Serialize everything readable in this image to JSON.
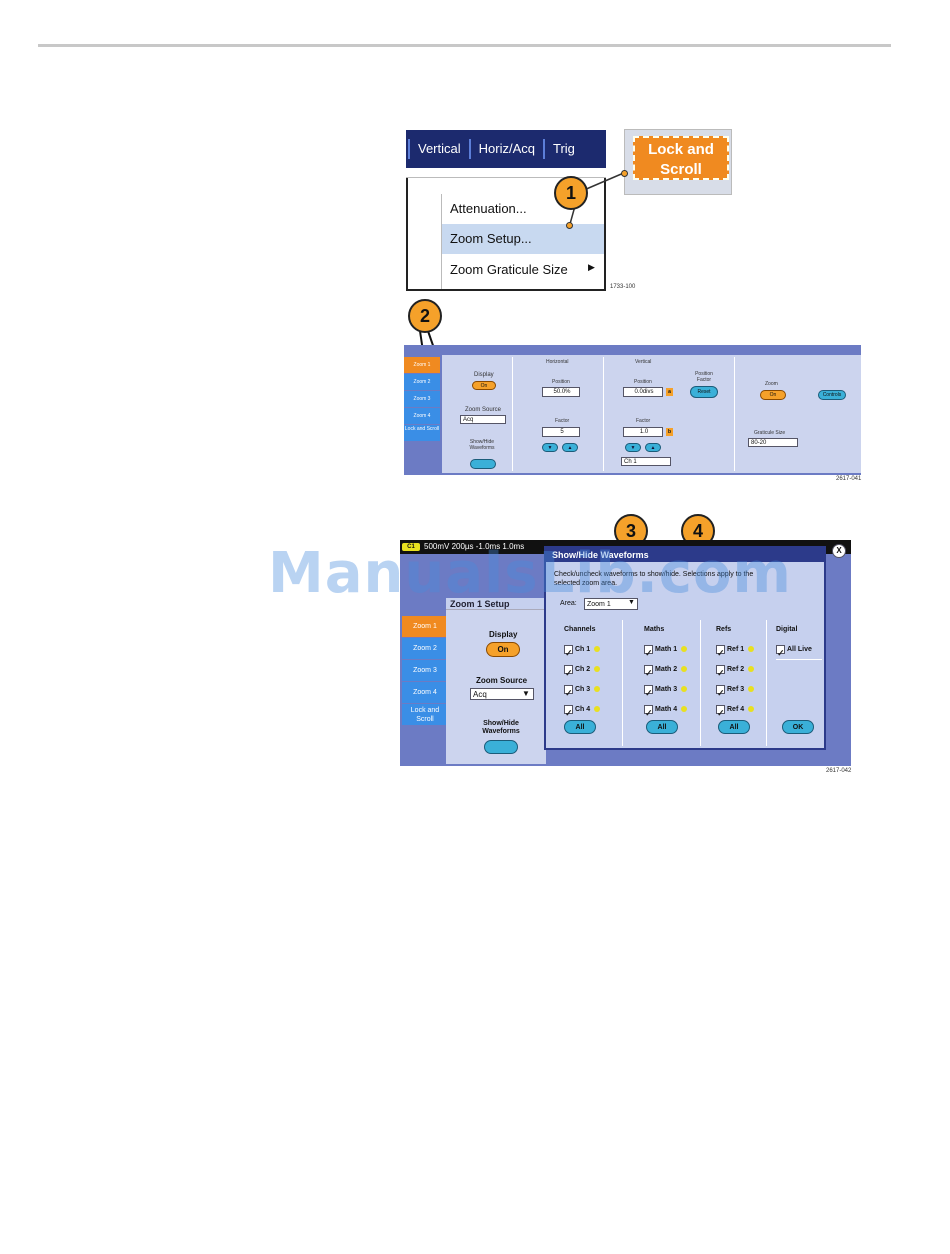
{
  "figure1": {
    "menubar": [
      "Vertical",
      "Horiz/Acq",
      "Trig"
    ],
    "menu_items": [
      {
        "label": "Attenuation...",
        "highlight": false
      },
      {
        "label": "Zoom Setup...",
        "highlight": true
      },
      {
        "label": "Zoom Graticule Size",
        "highlight": false,
        "submenu": true
      }
    ],
    "submenu_arrow": "▶",
    "lock_button": "Lock and Scroll",
    "callout": "1",
    "ref": "1733-100"
  },
  "figure2": {
    "title": "Zoom 1 Setup",
    "tabs": [
      "Zoom 1",
      "Zoom 2",
      "Zoom 3",
      "Zoom 4",
      "Lock and Scroll"
    ],
    "display_label": "Display",
    "display_btn": "On",
    "zoom_source_label": "Zoom Source",
    "zoom_source": "Acq",
    "showhide_label": "Show/Hide Waveforms",
    "horizontal_label": "Horizontal",
    "h_position_label": "Position",
    "h_position": "50.0%",
    "h_factor_label": "Factor",
    "h_factor": "5",
    "vertical_label": "Vertical",
    "v_position_label": "Position",
    "v_position": "0.0divs",
    "v_factor_label": "Factor",
    "v_factor": "1.0",
    "v_channel": "Ch 1",
    "knob_a": "a",
    "knob_b": "b",
    "position_factor_label": "Position Factor",
    "reset_btn": "Reset",
    "zoom_label": "Zoom",
    "zoom_btn": "On",
    "controls_btn": "Controls",
    "graticule_label": "Graticule Size",
    "graticule": "80-20",
    "callout": "2",
    "ref": "2617-041"
  },
  "figure3": {
    "scope_badge": "C1",
    "scope_bar": "500mV  200µs  -1.0ms  1.0ms",
    "zoom_title": "Zoom 1 Setup",
    "tabs": [
      "Zoom 1",
      "Zoom 2",
      "Zoom 3",
      "Zoom 4",
      "Lock and Scroll"
    ],
    "display_label": "Display",
    "display_btn": "On",
    "zoom_source_label": "Zoom Source",
    "zoom_source": "Acq",
    "showhide_label": "Show/Hide Waveforms",
    "dialog_title": "Show/Hide Waveforms",
    "dialog_text": "Check/uncheck waveforms to show/hide. Selections apply to the selected zoom area.",
    "area_label": "Area:",
    "area_value": "Zoom 1",
    "columns": [
      {
        "header": "Channels",
        "items": [
          "Ch 1",
          "Ch 2",
          "Ch 3",
          "Ch 4"
        ],
        "button": "All"
      },
      {
        "header": "Maths",
        "items": [
          "Math 1",
          "Math 2",
          "Math 3",
          "Math 4"
        ],
        "button": "All"
      },
      {
        "header": "Refs",
        "items": [
          "Ref 1",
          "Ref 2",
          "Ref 3",
          "Ref 4"
        ],
        "button": "All"
      },
      {
        "header": "Digital",
        "items": [
          "All Live"
        ],
        "button": "OK"
      }
    ],
    "close": "X",
    "callouts": [
      "3",
      "4"
    ],
    "ref": "2617-042"
  },
  "watermark": "ManualsLib.com"
}
